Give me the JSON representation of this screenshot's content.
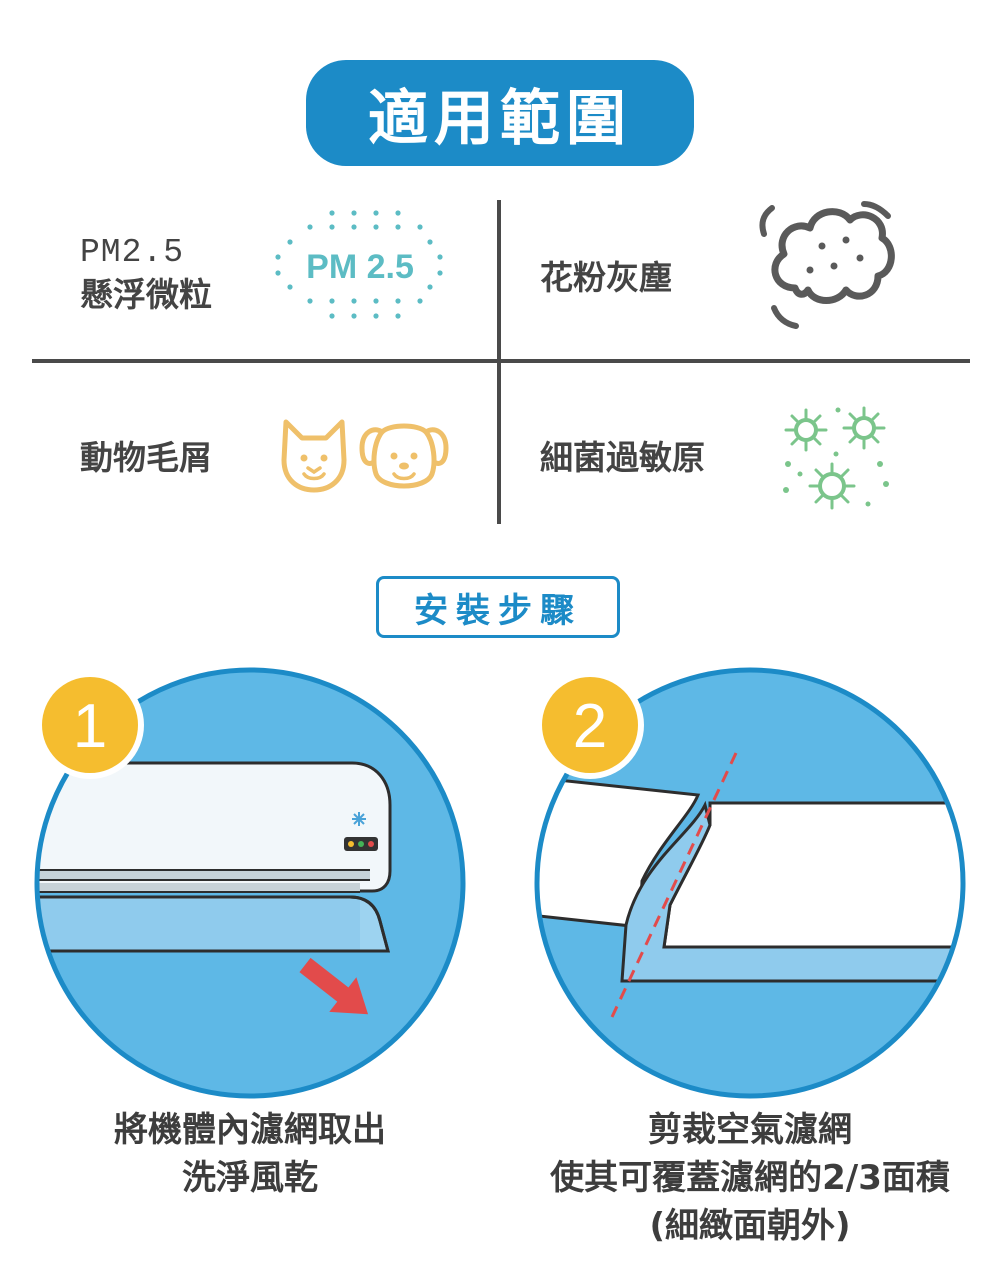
{
  "header": {
    "title": "適用範圍"
  },
  "grid": {
    "pm": {
      "line1": "PM2.5",
      "line2": "懸浮微粒",
      "icon_text": "PM 2.5",
      "icon": "pm25-dots-icon"
    },
    "pollen": {
      "label": "花粉灰塵",
      "icon": "dust-cloud-icon"
    },
    "pets": {
      "label": "動物毛屑",
      "icon": "cat-dog-icon"
    },
    "bacteria": {
      "label": "細菌過敏原",
      "icon": "germ-icon"
    }
  },
  "steps": {
    "title": "安裝步驟",
    "step1": {
      "number": "1",
      "line1": "將機體內濾網取出",
      "line2": "洗淨風乾"
    },
    "step2": {
      "number": "2",
      "line1": "剪裁空氣濾網",
      "line2": "使其可覆蓋濾網的2/3面積",
      "line3": "(細緻面朝外)"
    }
  },
  "colors": {
    "blue": "#1c8bc7",
    "light_blue": "#5eb8e6",
    "yellow": "#f5bd2f",
    "teal": "#5cbcc4",
    "green": "#7bc58b",
    "pet": "#efc06a",
    "arrow": "#e24b4b"
  }
}
